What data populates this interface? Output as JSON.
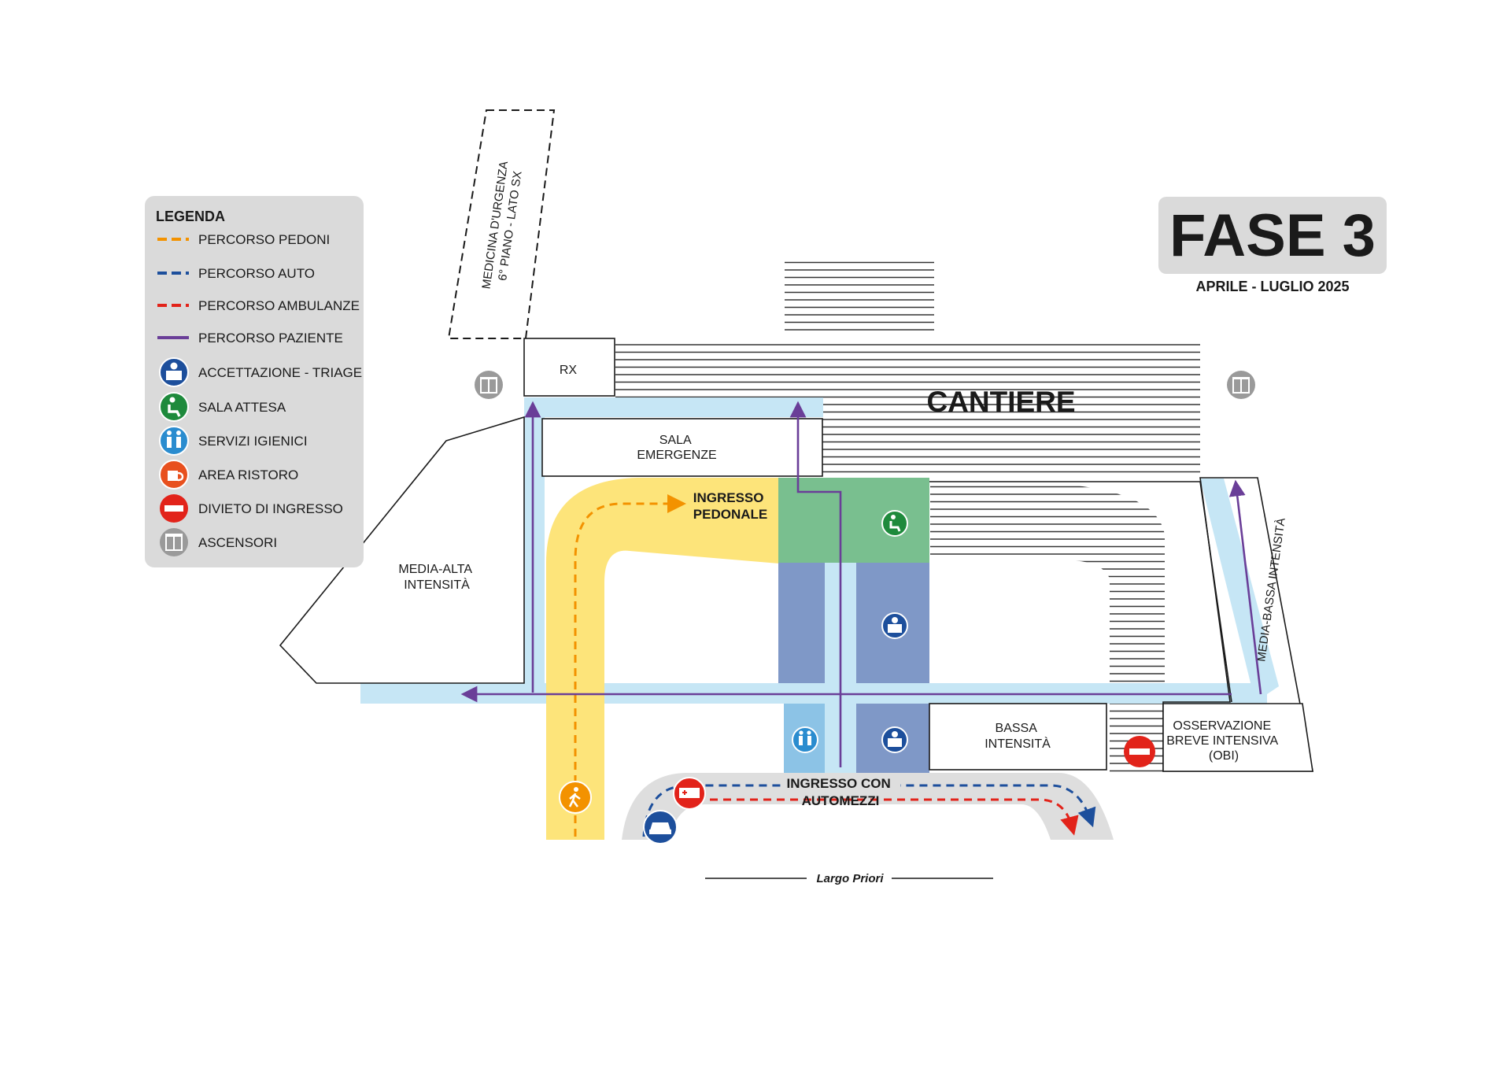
{
  "title": {
    "phase": "FASE 3",
    "period": "APRILE - LUGLIO 2025"
  },
  "legend": {
    "heading": "LEGENDA",
    "items": [
      {
        "label": "PERCORSO PEDONI",
        "icon": "pedestrian-route-line",
        "color": "#f39200"
      },
      {
        "label": "PERCORSO AUTO",
        "icon": "car-route-line",
        "color": "#1d4f9c"
      },
      {
        "label": "PERCORSO AMBULANZE",
        "icon": "ambulance-route-line",
        "color": "#e2231a"
      },
      {
        "label": "PERCORSO PAZIENTE",
        "icon": "patient-route-line",
        "color": "#6a3e98"
      },
      {
        "label": "ACCETTAZIONE - TRIAGE",
        "icon": "triage-desk-icon",
        "color": "#1d4f9c"
      },
      {
        "label": "SALA ATTESA",
        "icon": "waiting-seat-icon",
        "color": "#1e8a3c"
      },
      {
        "label": "SERVIZI IGIENICI",
        "icon": "restroom-icon",
        "color": "#2a8ccf"
      },
      {
        "label": "AREA RISTORO",
        "icon": "coffee-cup-icon",
        "color": "#e8501e"
      },
      {
        "label": "DIVIETO DI INGRESSO",
        "icon": "no-entry-icon",
        "color": "#e2231a"
      },
      {
        "label": "ASCENSORI",
        "icon": "elevator-icon",
        "color": "#8c8c8c"
      }
    ]
  },
  "areas": {
    "medicina": [
      "MEDICINA D'URGENZA",
      "6° PIANO - LATO SX"
    ],
    "rx": "RX",
    "cantiere": "CANTIERE",
    "sala_emergenze": [
      "SALA",
      "EMERGENZE"
    ],
    "ingresso_pedonale": [
      "INGRESSO",
      "PEDONALE"
    ],
    "media_alta": [
      "MEDIA-ALTA",
      "INTENSITÀ"
    ],
    "media_bassa": "MEDIA-BASSA INTENSITÀ",
    "bassa": [
      "BASSA",
      "INTENSITÀ"
    ],
    "obi": [
      "OSSERVAZIONE",
      "BREVE INTENSIVA",
      "(OBI)"
    ],
    "ingresso_automezzi": [
      "INGRESSO CON",
      "AUTOMEZZI"
    ],
    "street": "Largo Priori"
  },
  "colors": {
    "pedestrian_zone": "#fde47a",
    "patient_corridor": "#c6e6f5",
    "waiting_area": "#79bf8f",
    "triage_area": "#7f98c7",
    "restroom_area": "#8cc3e6",
    "vehicle_road": "#dedede",
    "legend_bg": "#dadada",
    "hatch": "#333333"
  }
}
